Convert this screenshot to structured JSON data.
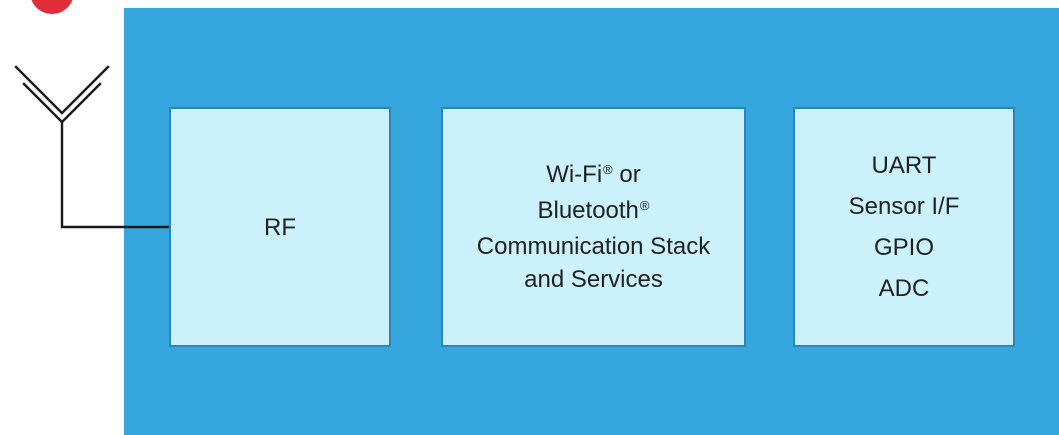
{
  "diagram": {
    "blocks": {
      "rf": {
        "label": "RF"
      },
      "stack": {
        "lines": [
          "Wi-Fi® or",
          "Bluetooth®",
          "Communication Stack",
          "and Services"
        ]
      },
      "io": {
        "lines": [
          "UART",
          "Sensor I/F",
          "GPIO",
          "ADC"
        ]
      }
    },
    "colors": {
      "module_fill": "#36a7de",
      "block_fill": "#cbf2fb",
      "block_border": "#2b86bd",
      "antenna": "#1a1a1a",
      "brand_red": "#e02d38"
    },
    "icons": [
      "antenna-icon"
    ]
  }
}
